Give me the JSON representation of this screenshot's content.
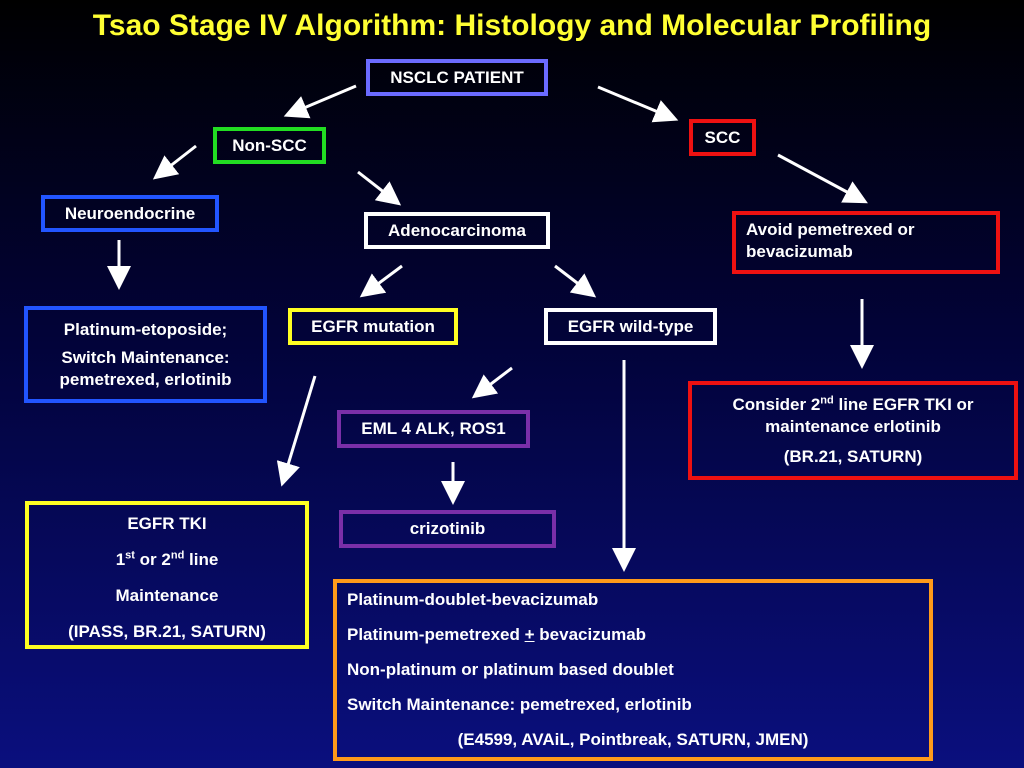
{
  "title": "Tsao Stage IV Algorithm: Histology and Molecular Profiling",
  "colors": {
    "title": "#ffff33",
    "purple_blue": "#6b6bff",
    "green": "#22dd22",
    "red": "#ee1111",
    "blue": "#2255ff",
    "yellow": "#ffff22",
    "purple": "#7a2fa8",
    "orange": "#ff9a1a",
    "white": "#ffffff"
  },
  "nodes": {
    "nsclc": "NSCLC PATIENT",
    "nonscc": "Non-SCC",
    "scc": "SCC",
    "neuro": "Neuroendocrine",
    "adeno": "Adenocarcinoma",
    "avoid": "Avoid pemetrexed or bevacizumab",
    "platetop_1": "Platinum-etoposide;",
    "platetop_2": "Switch Maintenance: pemetrexed, erlotinib",
    "egfr_mut": "EGFR mutation",
    "egfr_wt": "EGFR wild-type",
    "consider_1a": "Consider 2",
    "consider_1sup": "nd",
    "consider_1b": " line EGFR TKI or maintenance erlotinib",
    "consider_2": "(BR.21, SATURN)",
    "eml": "EML 4 ALK, ROS1",
    "crizo": "crizotinib",
    "tki_1": "EGFR TKI",
    "tki_2a": "1",
    "tki_2sup1": "st",
    "tki_2b": " or 2",
    "tki_2sup2": "nd",
    "tki_2c": " line",
    "tki_3": "Maintenance",
    "tki_4": "(IPASS, BR.21, SATURN)",
    "plat_1": "Platinum-doublet-bevacizumab",
    "plat_2a": "Platinum-pemetrexed ",
    "plat_2u": "+",
    "plat_2b": " bevacizumab",
    "plat_3": "Non-platinum or platinum based doublet",
    "plat_4": "Switch Maintenance: pemetrexed, erlotinib",
    "plat_5": "(E4599, AVAiL, Pointbreak, SATURN, JMEN)"
  }
}
